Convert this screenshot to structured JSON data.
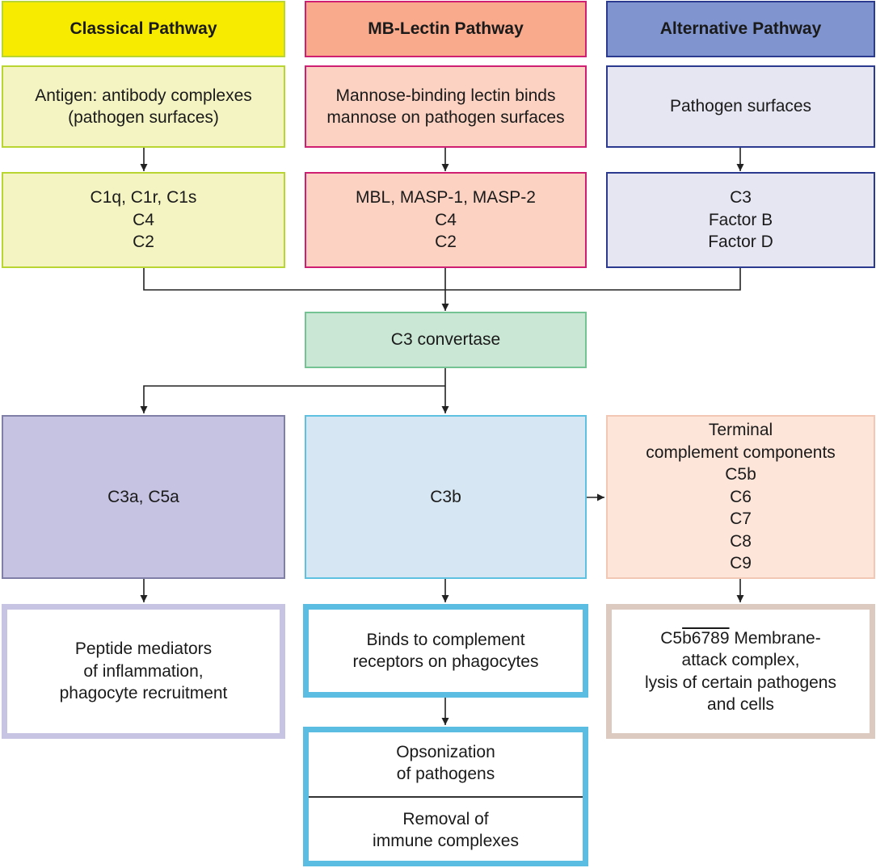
{
  "headers": {
    "classical": "Classical Pathway",
    "lectin": "MB-Lectin Pathway",
    "alternative": "Alternative Pathway"
  },
  "triggers": {
    "classical": [
      "Antigen: antibody complexes",
      "(pathogen surfaces)"
    ],
    "lectin": [
      "Mannose-binding lectin binds",
      "mannose on pathogen surfaces"
    ],
    "alternative": [
      "Pathogen surfaces"
    ]
  },
  "components": {
    "classical": [
      "C1q, C1r, C1s",
      "C4",
      "C2"
    ],
    "lectin": [
      "MBL, MASP-1, MASP-2",
      "C4",
      "C2"
    ],
    "alternative": [
      "C3",
      "Factor B",
      "Factor D"
    ]
  },
  "convertase": "C3 convertase",
  "products": {
    "c3a_c5a": "C3a, C5a",
    "c3b": "C3b",
    "terminal": [
      "Terminal",
      "complement components",
      "C5b",
      "C6",
      "C7",
      "C8",
      "C9"
    ]
  },
  "effects": {
    "inflammation": [
      "Peptide mediators",
      "of inflammation,",
      "phagocyte recruitment"
    ],
    "binds": [
      "Binds to complement",
      "receptors on phagocytes"
    ],
    "mac_prefix": "C5",
    "mac_overlined": "b6789",
    "mac_suffix": " Membrane-",
    "mac_lines": [
      "attack complex,",
      "lysis of certain pathogens",
      "and cells"
    ]
  },
  "outcomes": {
    "opsonization": [
      "Opsonization",
      "of pathogens"
    ],
    "removal": [
      "Removal of",
      "immune complexes"
    ]
  },
  "colors": {
    "classical_header": "#f7ec00",
    "classical_fill": "#f4f4c3",
    "classical_border": "#b9d531",
    "lectin_header": "#f9a98c",
    "lectin_fill": "#fcd2c2",
    "lectin_border": "#cf1f73",
    "alt_header": "#8095cf",
    "alt_fill": "#e6e6f3",
    "alt_border": "#2b3a8f",
    "convertase_fill": "#c9e7d4",
    "convertase_border": "#74c493",
    "c3a_fill": "#c5c2e2",
    "c3a_border": "#7f7fa8",
    "c3b_fill": "#d6e6f2",
    "c3b_border": "#5ec1e2",
    "terminal_fill": "#fde5da",
    "terminal_border": "#f2c8b5",
    "inflammation_border": "#c6c3e3",
    "phago_border": "#5cbde3",
    "mac_border": "#dccac0"
  }
}
